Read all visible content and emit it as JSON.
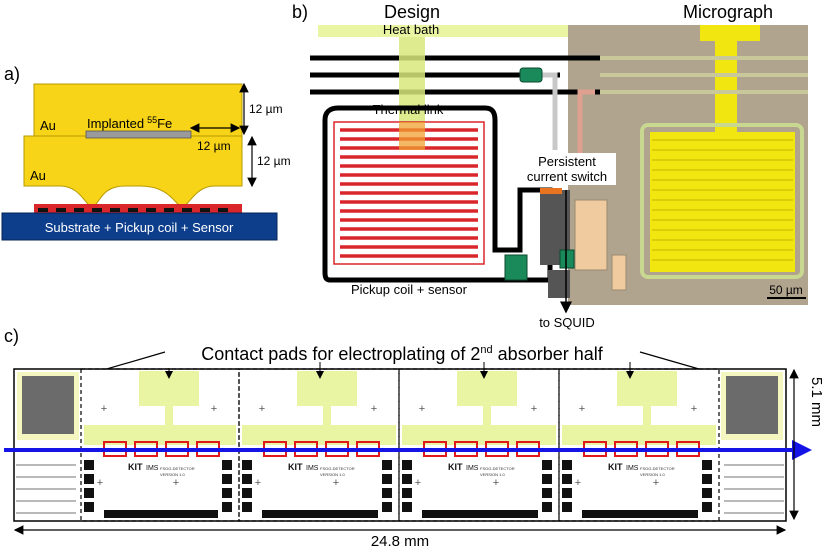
{
  "panel_a": {
    "label": "a)",
    "au_top": "Au",
    "au_bottom": "Au",
    "implanted": "Implanted",
    "isotope_mass": "55",
    "isotope_symbol": "Fe",
    "dim_top": "12 µm",
    "dim_width": "12 µm",
    "dim_bottom": "12 µm",
    "substrate": "Substrate + Pickup coil + Sensor"
  },
  "panel_b": {
    "label": "b)",
    "design_title": "Design",
    "micrograph_title": "Micrograph",
    "heat_bath": "Heat bath",
    "thermal_link": "Thermal link",
    "persistent_line1": "Persistent",
    "persistent_line2": "current switch",
    "pickup": "Pickup coil + sensor",
    "to_squid": "to SQUID",
    "scale_bar": "50 µm"
  },
  "panel_c": {
    "label": "c)",
    "contact_pads_prefix": "Contact pads for electroplating of 2",
    "contact_pads_sup": "nd",
    "contact_pads_suffix": " absorber half",
    "height_dim": "5.1 mm",
    "width_dim": "24.8 mm",
    "chip_text_line1": "FSOG-DETECTOR",
    "chip_text_line2": "VERSION 1.0",
    "kit_logo": "KIT",
    "ims_logo": "IMS"
  },
  "colors": {
    "gold": "#f7d417",
    "gold_dark": "#e0b800",
    "substrate": "#0d3e8c",
    "coil_red": "#d9262b",
    "heat_bath": "#eaf5a4",
    "micrograph_bg": "#b0a48f",
    "arrow_blue": "#1414e6",
    "pad_gray": "#6b6b6b"
  }
}
